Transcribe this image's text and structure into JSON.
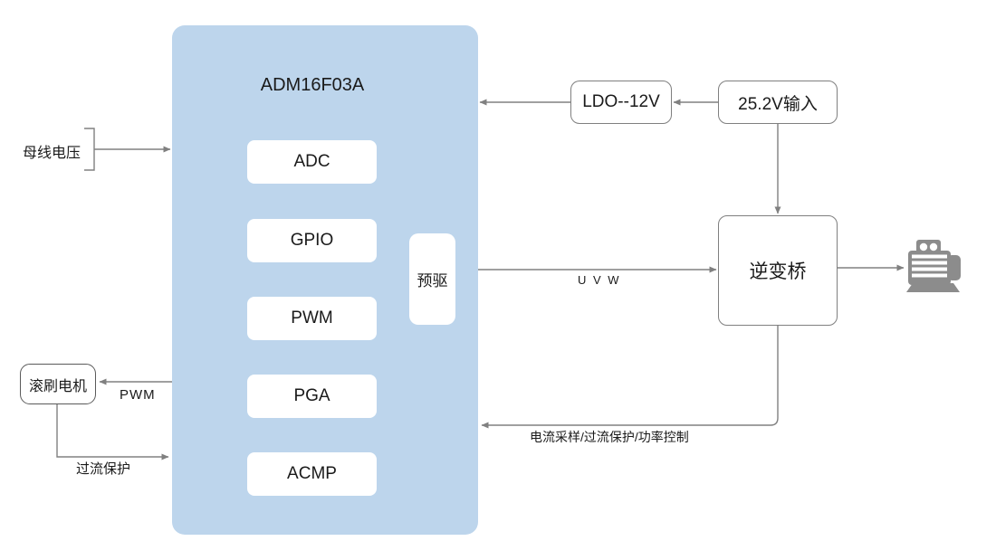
{
  "diagram": {
    "main_chip": {
      "title": "ADM16F03A",
      "blocks": [
        "ADC",
        "GPIO",
        "PWM",
        "PGA",
        "ACMP"
      ],
      "predriver_label": "预驱"
    },
    "boxes": {
      "ldo": "LDO--12V",
      "power_input": "25.2V输入",
      "inverter_bridge": "逆变桥",
      "brush_motor": "滚刷电机"
    },
    "labels": {
      "bus_voltage": "母线电压",
      "pwm": "PWM",
      "overcurrent_protection": "过流保护",
      "uvw": "U V W",
      "feedback": "电流采样/过流保护/功率控制"
    },
    "icons": {
      "motor": "motor-icon"
    },
    "colors": {
      "chip_fill": "#BDD5EC",
      "inner_block_fill": "#FFFFFF",
      "wire": "#808080",
      "box_border": "#7F7F7F",
      "motor_icon": "#8C8C8C",
      "text": "#1F1F1F"
    }
  }
}
